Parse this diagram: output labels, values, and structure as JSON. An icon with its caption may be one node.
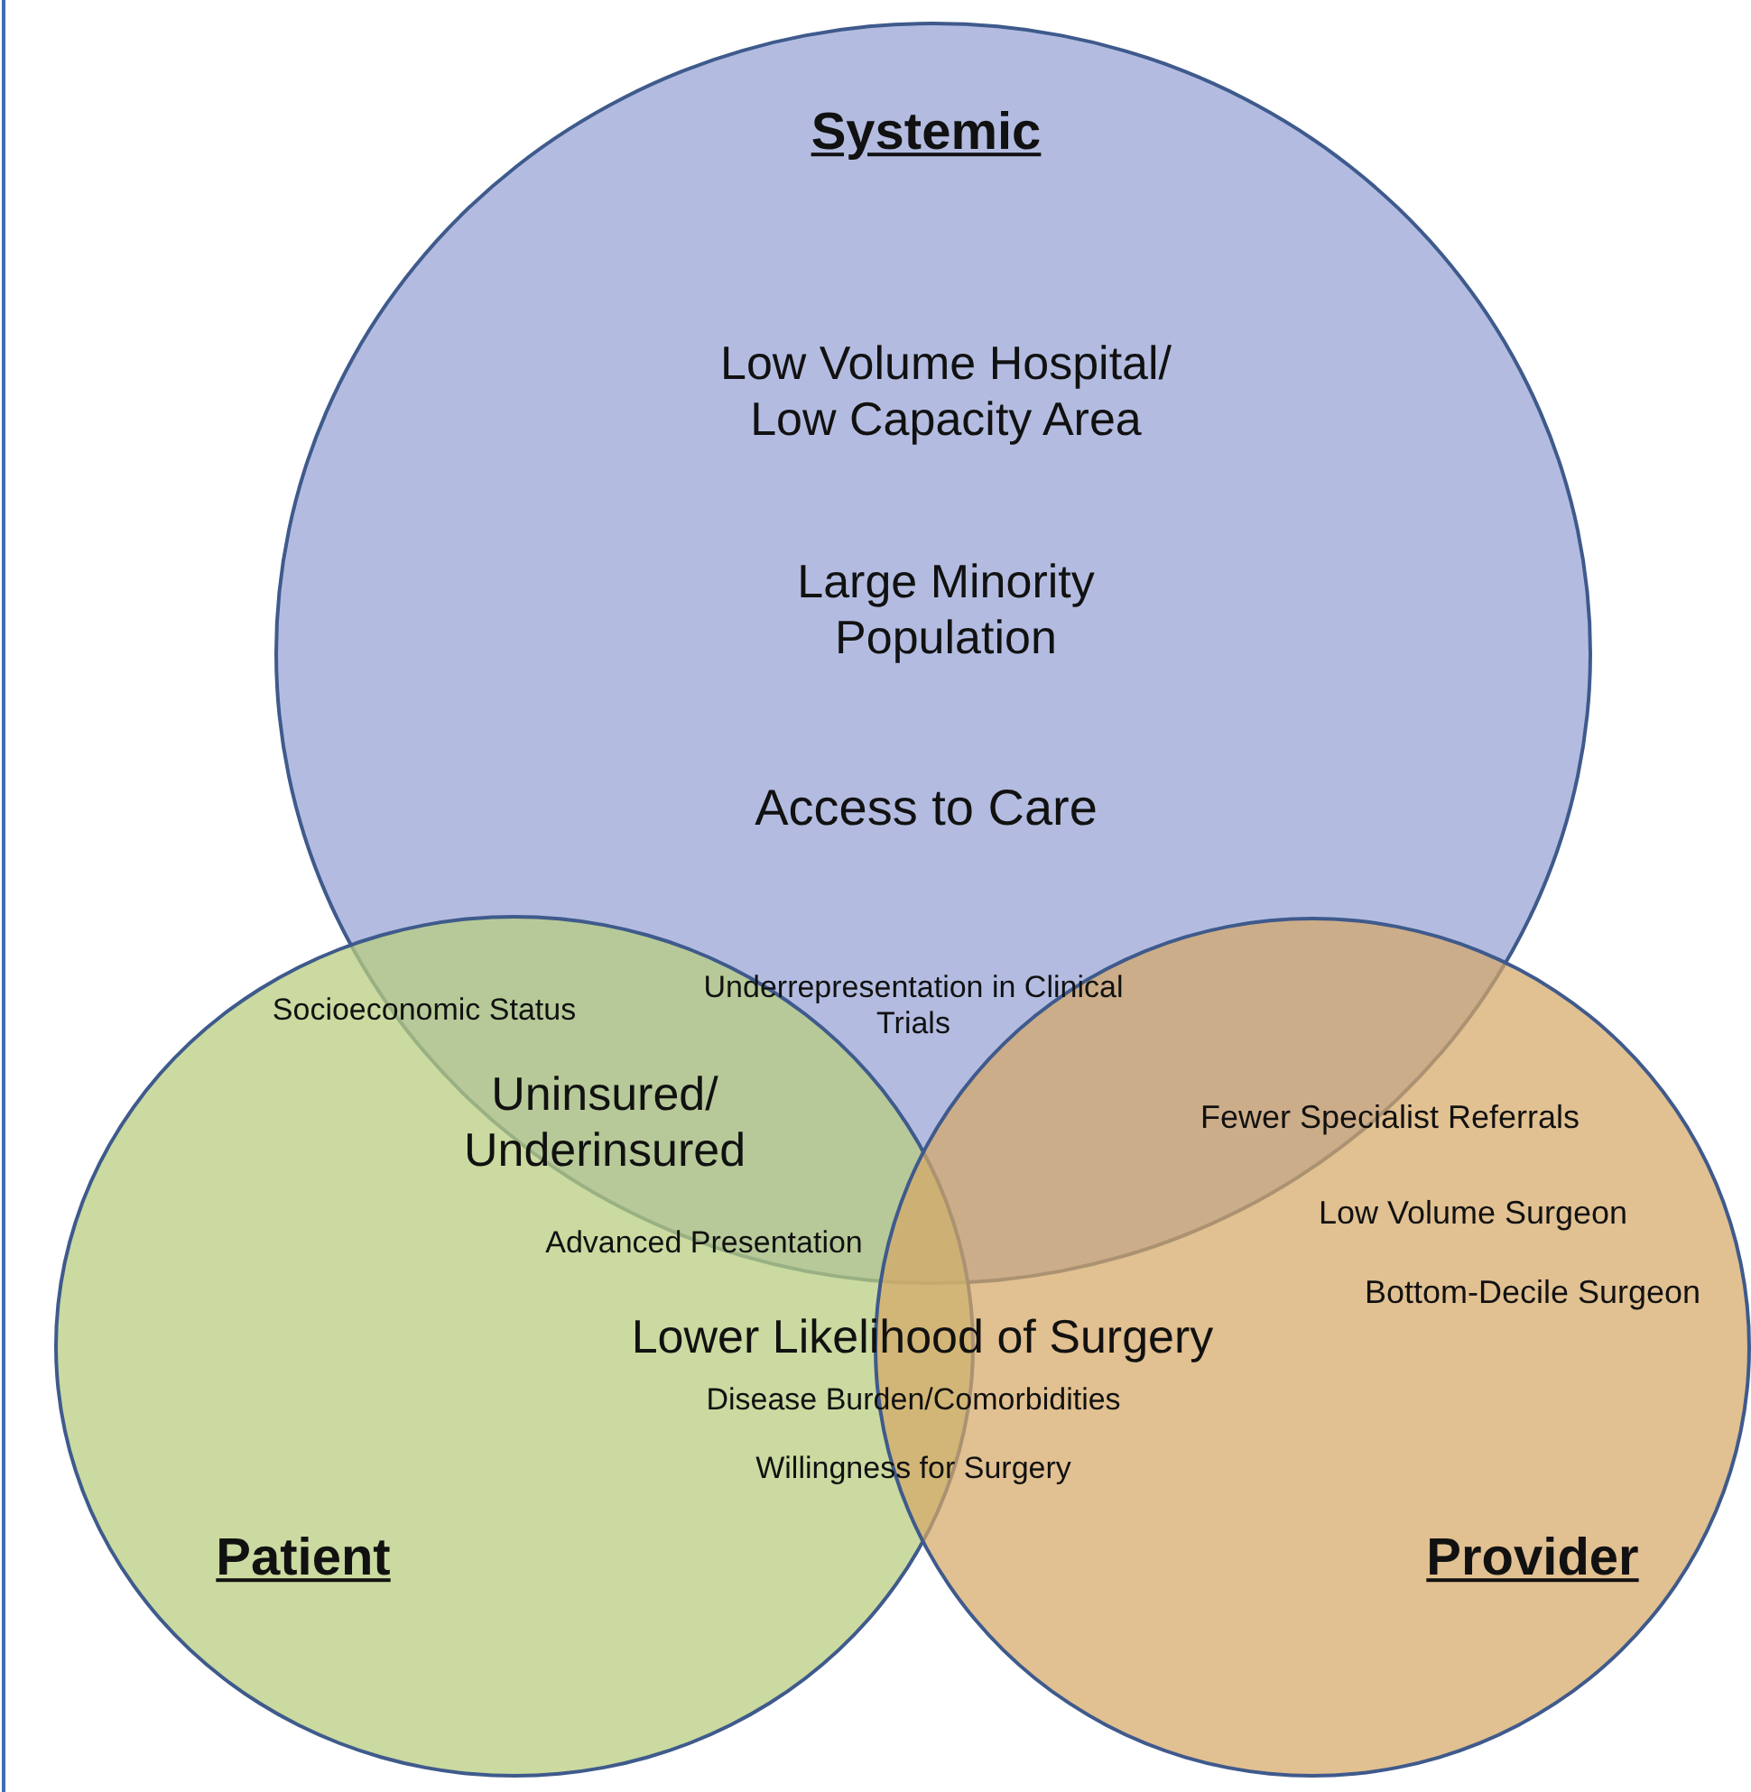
{
  "diagram": {
    "nodes": [
      {
        "text": [
          "Systemic",
          "Low Volume Hospital/ Low Capacity Area",
          "Large Minority Population",
          "Access to Care"
        ]
      },
      {
        "text": [
          "Patient"
        ]
      },
      {
        "text": [
          "Low Volume Surgeon",
          "Bottom-Decile Surgeon",
          "Provider"
        ]
      }
    ],
    "labels": [
      "Underrepresentation in Clinical Trials",
      "Socioeconomic Status",
      "Uninsured/ Underinsured",
      "Fewer Specialist Referrals",
      "Advanced Presentation",
      "Lower Likelihood of Surgery",
      "Disease Burden/Comorbidities",
      "Willingness for Surgery"
    ]
  }
}
